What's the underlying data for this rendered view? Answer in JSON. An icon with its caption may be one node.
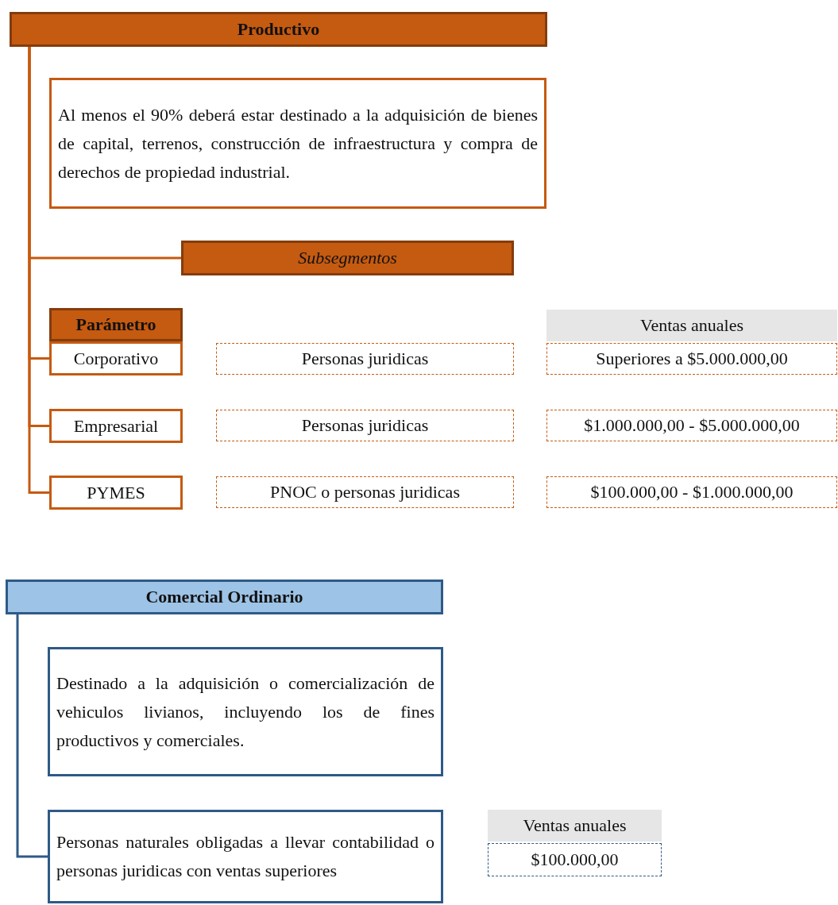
{
  "diagram": {
    "nodes": [
      {
        "text": [
          "Productivo"
        ]
      },
      {
        "text": [
          "Al menos el 90% deberá estar destinado a la adquisición de bienes de capital, terrenos, construcción de infraestructura y compra de derechos de propiedad industrial."
        ]
      },
      {
        "text": [
          "Subsegmentos"
        ]
      },
      {
        "text": [
          "Parámetro"
        ]
      },
      {
        "text": [
          "Corporativo"
        ]
      },
      {
        "text": [
          "Empresarial"
        ]
      },
      {
        "text": [
          "PYMES"
        ]
      },
      {
        "text": [
          "Personas juridicas"
        ]
      },
      {
        "text": [
          "Personas juridicas"
        ]
      },
      {
        "text": [
          "PNOC o personas juridicas"
        ]
      },
      {
        "text": [
          "Ventas anuales"
        ]
      },
      {
        "text": [
          "Superiores a $5.000.000,00"
        ]
      },
      {
        "text": [
          "$1.000.000,00 - $5.000.000,00"
        ]
      },
      {
        "text": [
          "$100.000,00 - $1.000.000,00"
        ]
      },
      {
        "text": [
          "Comercial Ordinario"
        ]
      },
      {
        "text": [
          "Destinado a la adquisición o comercialización de vehiculos livianos, incluyendo los de fines productivos y comerciales."
        ]
      },
      {
        "text": [
          "Personas naturales obligadas a llevar contabilidad o personas juridicas con ventas superiores"
        ]
      },
      {
        "text": [
          "Ventas anuales"
        ]
      },
      {
        "text": [
          "$100.000,00"
        ]
      }
    ],
    "edges": [
      {
        "from": 0,
        "to": 2,
        "arrow": "none"
      },
      {
        "from": 0,
        "to": 4,
        "arrow": "none"
      },
      {
        "from": 0,
        "to": 5,
        "arrow": "none"
      },
      {
        "from": 0,
        "to": 6,
        "arrow": "none"
      },
      {
        "from": 14,
        "to": 16,
        "arrow": "none",
        "color": "#2e5a87"
      }
    ]
  }
}
